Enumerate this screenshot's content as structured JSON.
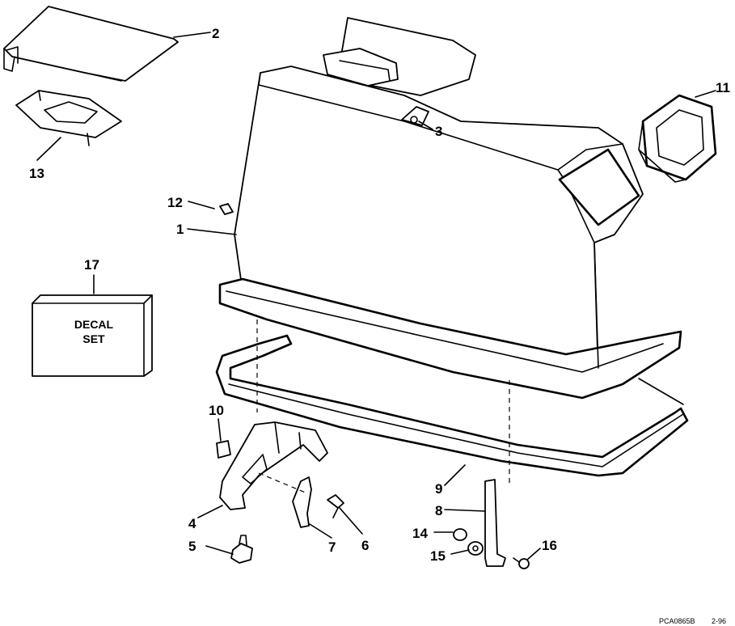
{
  "figure": {
    "callouts": [
      "1",
      "2",
      "3",
      "4",
      "5",
      "6",
      "7",
      "8",
      "9",
      "10",
      "11",
      "12",
      "13",
      "14",
      "15",
      "16",
      "17"
    ],
    "decal_label_line1": "DECAL",
    "decal_label_line2": "SET",
    "figure_code": "PCA0865B",
    "figure_code_suffix": "2-96"
  },
  "colors": {
    "line": "#000000",
    "background": "#ffffff"
  }
}
